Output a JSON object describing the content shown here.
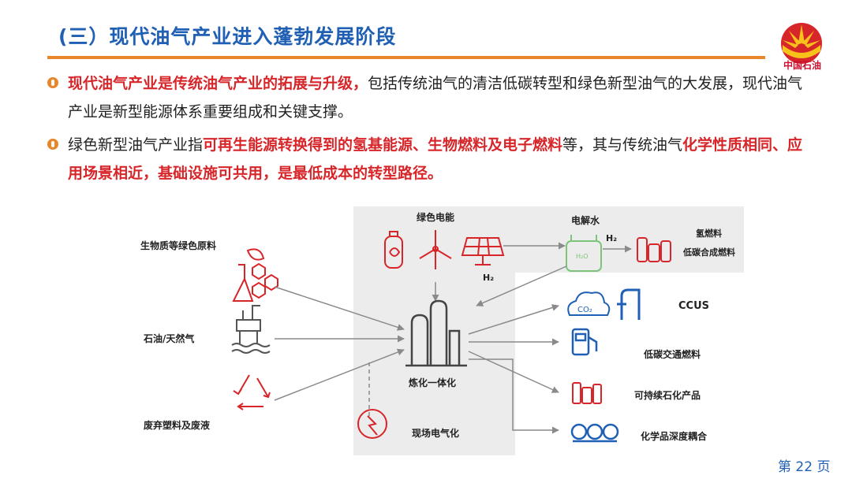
{
  "header": {
    "title": "(三）现代油气产业进入蓬勃发展阶段",
    "logo_text": "中国石油"
  },
  "bullets": [
    {
      "parts": [
        {
          "text": "现代油气产业是传统油气产业的拓展与升级，",
          "emph": true
        },
        {
          "text": "包括传统油气的清洁低碳转型和绿色新型油气的大发展，现代油气产业是新型能源体系重要组成和关键支撑。",
          "emph": false
        }
      ]
    },
    {
      "parts": [
        {
          "text": "绿色新型油气产业指",
          "emph": false
        },
        {
          "text": "可再生能源转换得到的氢基能源、生物燃料及电子燃料",
          "emph": true
        },
        {
          "text": "等，其与传统油气",
          "emph": false
        },
        {
          "text": "化学性质相同、应用场景相近，基础设施可共用，是最低成本的转型路径。",
          "emph": true
        }
      ]
    }
  ],
  "diagram": {
    "green_power": "绿色电能",
    "electrolysis": "电解水",
    "h2_top": "H₂",
    "h2_left": "H₂",
    "hydrogen_fuel": "氢燃料",
    "low_carbon_synthetic": "低碳合成燃料",
    "biomass": "生物质等绿色原料",
    "oil_gas": "石油/天然气",
    "waste_plastic": "废弃塑料及废液",
    "refinery": "炼化一体化",
    "onsite_electrification": "现场电气化",
    "ccus": "CCUS",
    "low_carbon_transport": "低碳交通燃料",
    "sustainable_petrochem": "可持续石化产品",
    "chemical_coupling": "化学品深度耦合",
    "co2_label": "CO₂",
    "h2o_label": "H₂O",
    "colors": {
      "red": "#d7262a",
      "green": "#7cc47a",
      "blue": "#1f5fb4",
      "grey_panel": "#ececec",
      "arrow": "#8a8a8a"
    }
  },
  "footer": {
    "page_label": "第 22 页"
  }
}
